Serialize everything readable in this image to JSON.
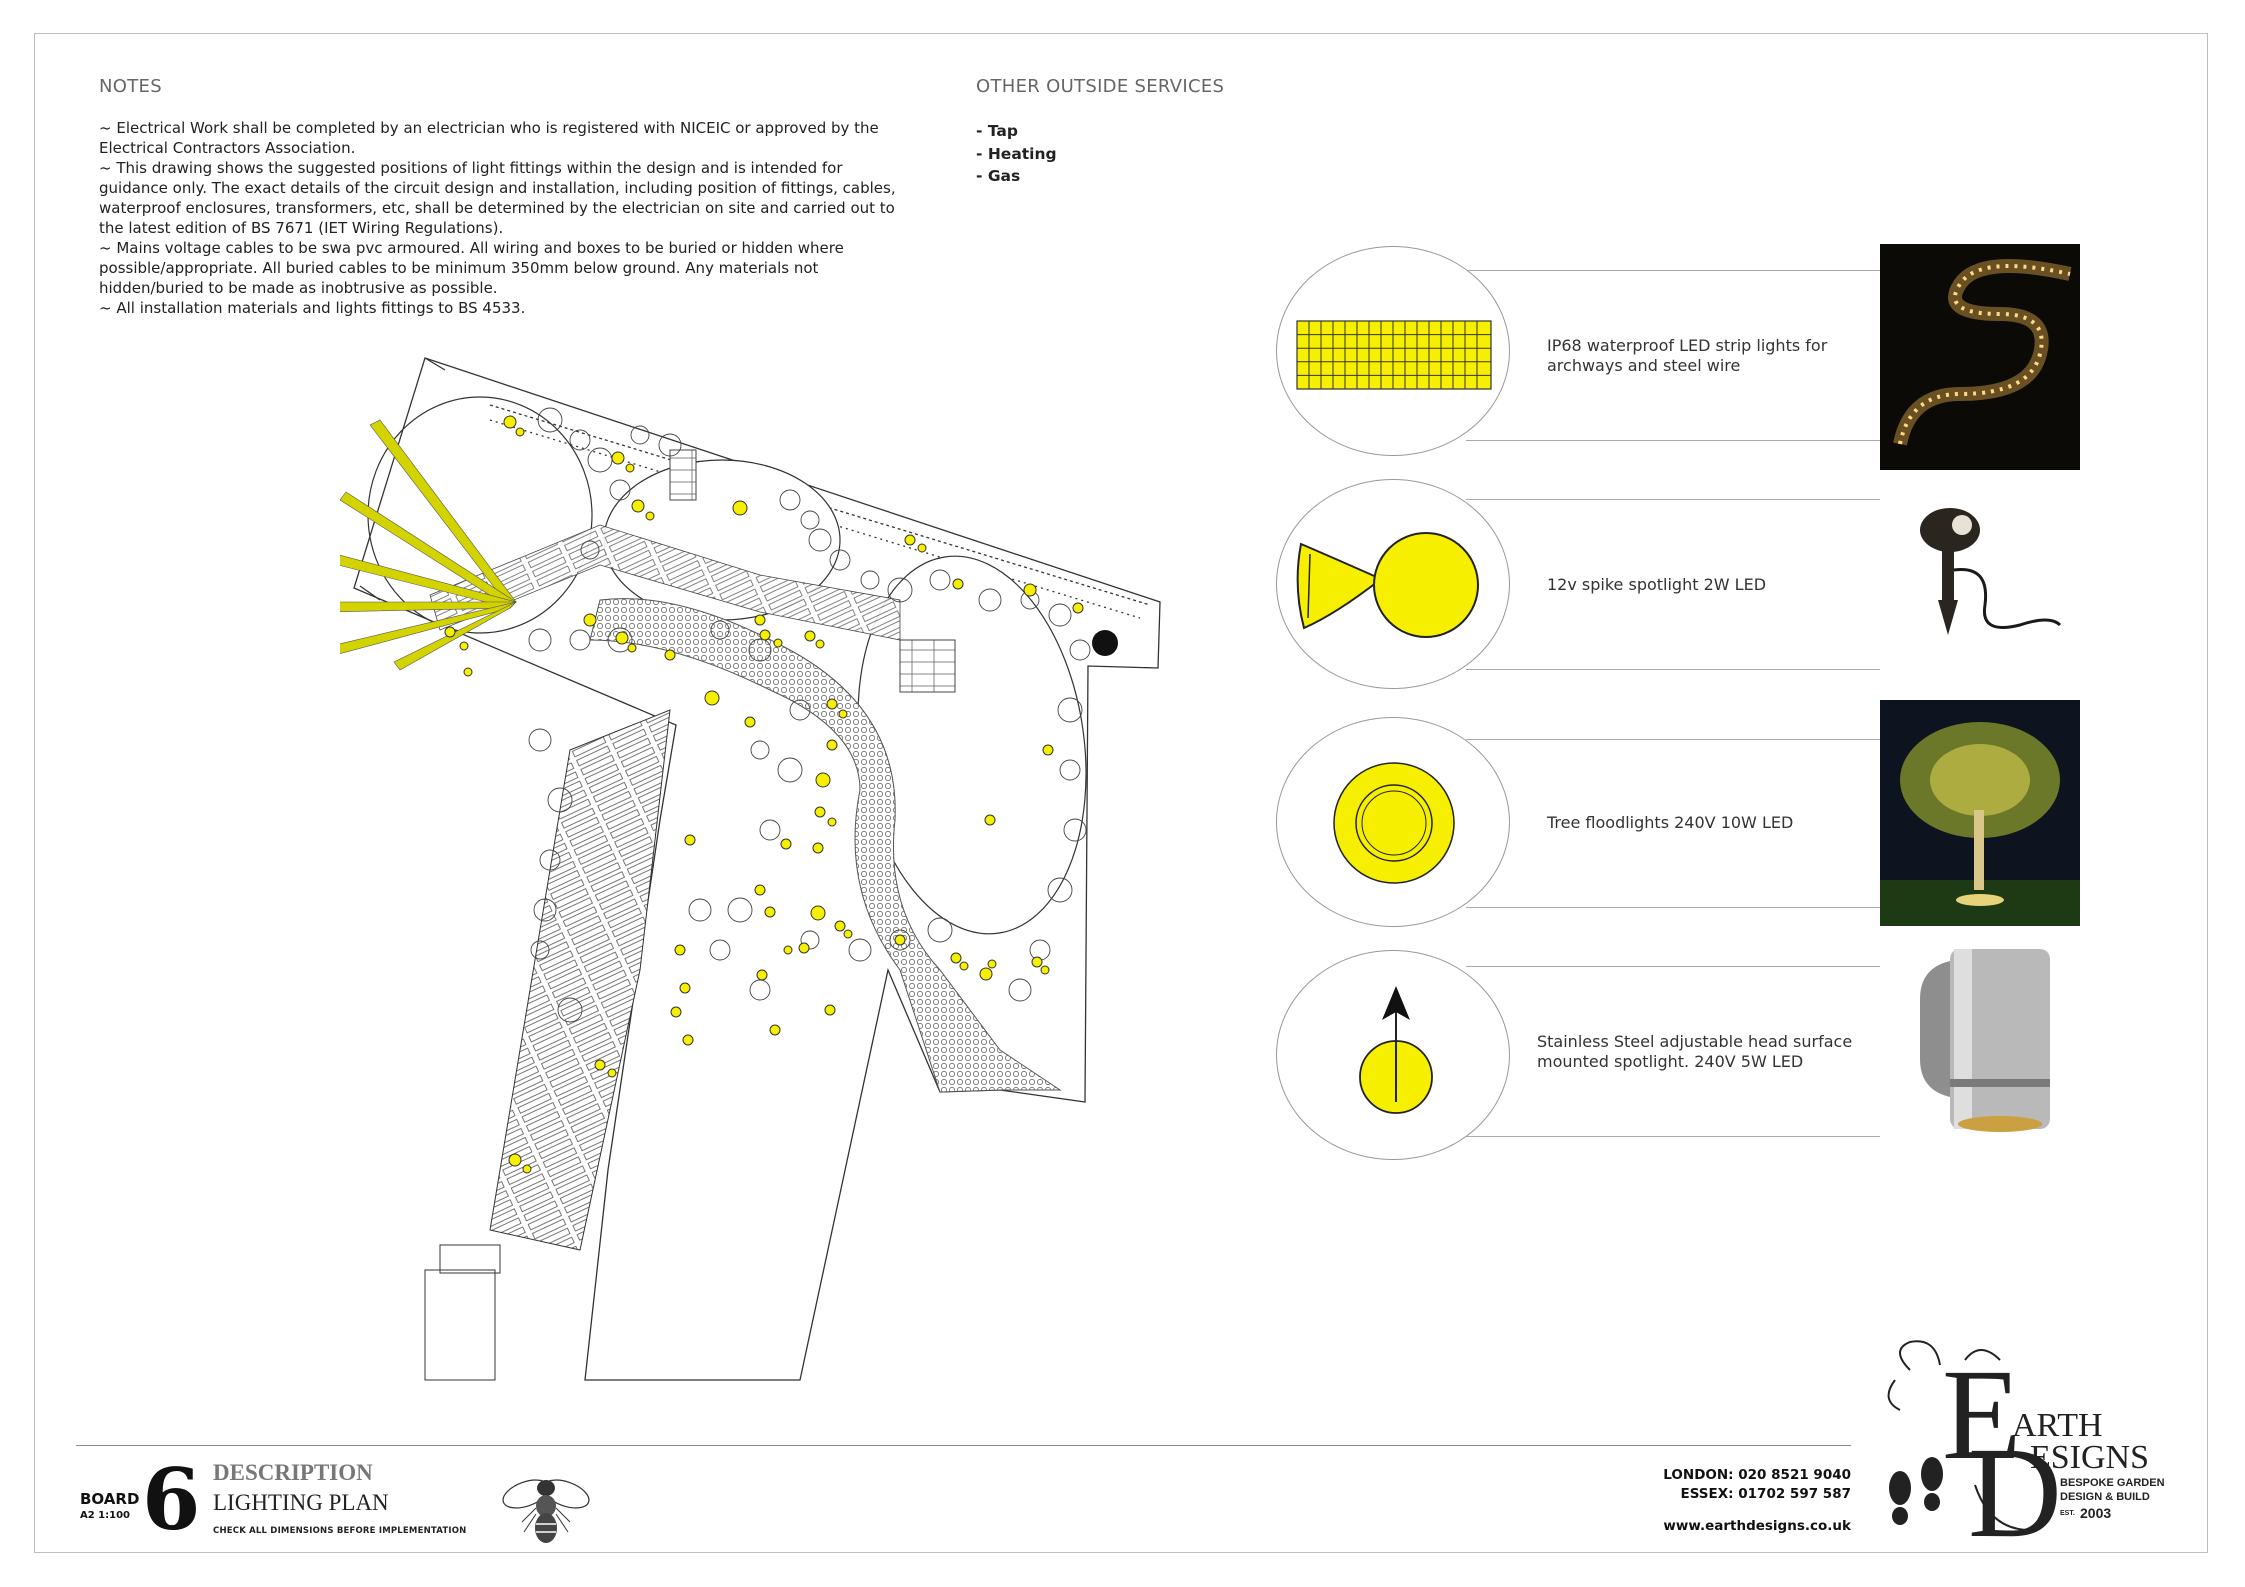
{
  "notes": {
    "title": "NOTES",
    "items": [
      "~ Electrical Work shall be completed by an electrician who is registered with NICEIC or approved by the Electrical Contractors Association.",
      "~ This drawing shows the suggested positions of light fittings within the design and is intended for guidance only. The exact details of the circuit design and installation, including position of fittings, cables, waterproof enclosures, transformers, etc, shall be determined by the electrician on site and carried out to the latest edition of BS 7671 (IET Wiring Regulations).",
      "~ Mains voltage cables to be swa pvc armoured. All wiring and boxes to be buried or hidden where possible/appropriate. All buried cables to be minimum 350mm below ground. Any materials not hidden/buried to be made as inobtrusive as possible.",
      "~ All installation materials and lights fittings to BS 4533."
    ]
  },
  "services": {
    "title": "OTHER OUTSIDE SERVICES",
    "items": [
      "- Tap",
      "- Heating",
      "- Gas"
    ]
  },
  "legend": [
    {
      "symbol": "led-strip-grid-icon",
      "text": "IP68 waterproof LED strip lights for archways and steel wire",
      "photo": "led-strip-photo"
    },
    {
      "symbol": "spike-spotlight-icon",
      "text": "12v spike spotlight 2W LED",
      "photo": "spike-spotlight-photo"
    },
    {
      "symbol": "tree-floodlight-icon",
      "text": "Tree floodlights 240V 10W LED",
      "photo": "tree-floodlight-photo"
    },
    {
      "symbol": "surface-spotlight-icon",
      "text": "Stainless Steel adjustable head surface mounted spotlight. 240V 5W LED",
      "photo": "surface-spotlight-photo"
    }
  ],
  "colors": {
    "light_yellow": "#f7ef00",
    "outline": "#222222"
  },
  "title_block": {
    "board_label": "BOARD",
    "board_scale": "A2 1:100",
    "board_number": "6",
    "description_label": "DESCRIPTION",
    "description_value": "LIGHTING PLAN",
    "check_note": "CHECK ALL DIMENSIONS BEFORE IMPLEMENTATION",
    "london": "LONDON: 020 8521 9040",
    "essex": "ESSEX: 01702 597 587",
    "website": "www.earthdesigns.co.uk"
  },
  "logo": {
    "e": "E",
    "arth": "ARTH",
    "d": "D",
    "esigns": "ESIGNS",
    "tagline1": "BESPOKE GARDEN",
    "tagline2": "DESIGN & BUILD",
    "est": "EST.",
    "year": "2003"
  }
}
